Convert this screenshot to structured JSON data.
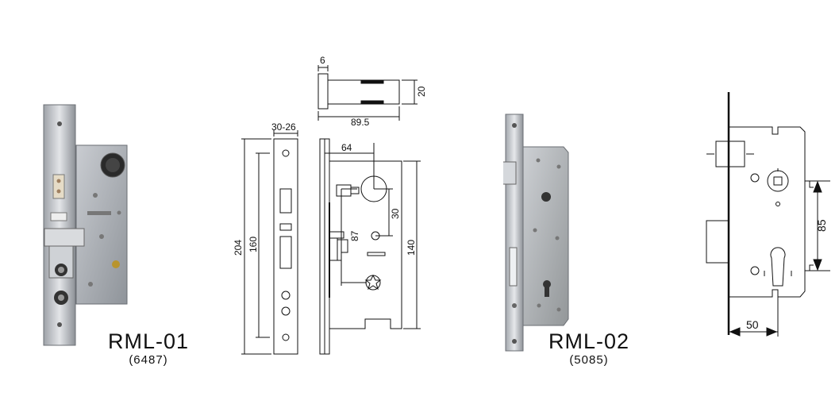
{
  "products": [
    {
      "model": "RML-01",
      "code": "(6487)"
    },
    {
      "model": "RML-02",
      "code": "(5085)"
    }
  ],
  "dimensions_rml01": {
    "bolt_thickness": "6",
    "bolt_height": "20",
    "bolt_length": "89.5",
    "faceplate_width": "30-26",
    "backset": "64",
    "faceplate_length": "204",
    "hole_spacing": "160",
    "body_height": "140",
    "hub_offset": "30",
    "cylinder_offset": "87"
  },
  "dimensions_rml02": {
    "center_distance": "85",
    "backset": "50"
  }
}
